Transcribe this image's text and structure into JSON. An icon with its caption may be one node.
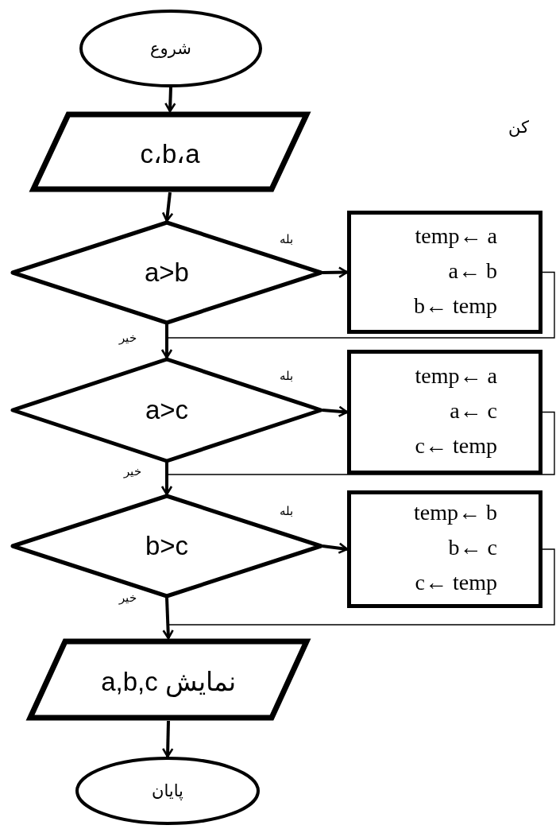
{
  "diagram": {
    "nodes": [
      {
        "text": [
          "شروع"
        ]
      },
      {
        "text": [
          "c،b،a"
        ]
      },
      {
        "text": [
          "a>b"
        ]
      },
      {
        "text": [
          "temp← a",
          "a← b",
          "b← temp"
        ]
      },
      {
        "text": [
          "a>c"
        ]
      },
      {
        "text": [
          "temp← a",
          "a← c",
          "c← temp"
        ]
      },
      {
        "text": [
          "b>c"
        ]
      },
      {
        "text": [
          "temp← b",
          "b← c",
          "c← temp"
        ]
      },
      {
        "text": [
          "نمایش a,b,c"
        ]
      },
      {
        "text": [
          "پایان"
        ]
      }
    ],
    "edges": [
      {
        "from": 0,
        "to": 1,
        "arrow": "to"
      },
      {
        "from": 1,
        "to": 2,
        "arrow": "to"
      },
      {
        "from": 2,
        "to": 3,
        "arrow": "to",
        "label": "بله"
      },
      {
        "from": 2,
        "to": 4,
        "arrow": "to",
        "label": "خیر"
      },
      {
        "from": 3,
        "to": 4,
        "arrow": "to"
      },
      {
        "from": 4,
        "to": 5,
        "arrow": "to",
        "label": "بله"
      },
      {
        "from": 4,
        "to": 6,
        "arrow": "to",
        "label": "خیر"
      },
      {
        "from": 5,
        "to": 6,
        "arrow": "to"
      },
      {
        "from": 6,
        "to": 7,
        "arrow": "to",
        "label": "بله"
      },
      {
        "from": 6,
        "to": 8,
        "arrow": "to",
        "label": "خیر"
      },
      {
        "from": 7,
        "to": 8,
        "arrow": "to"
      },
      {
        "from": 8,
        "to": 9,
        "arrow": "to"
      }
    ],
    "labels": [
      "کن"
    ]
  }
}
